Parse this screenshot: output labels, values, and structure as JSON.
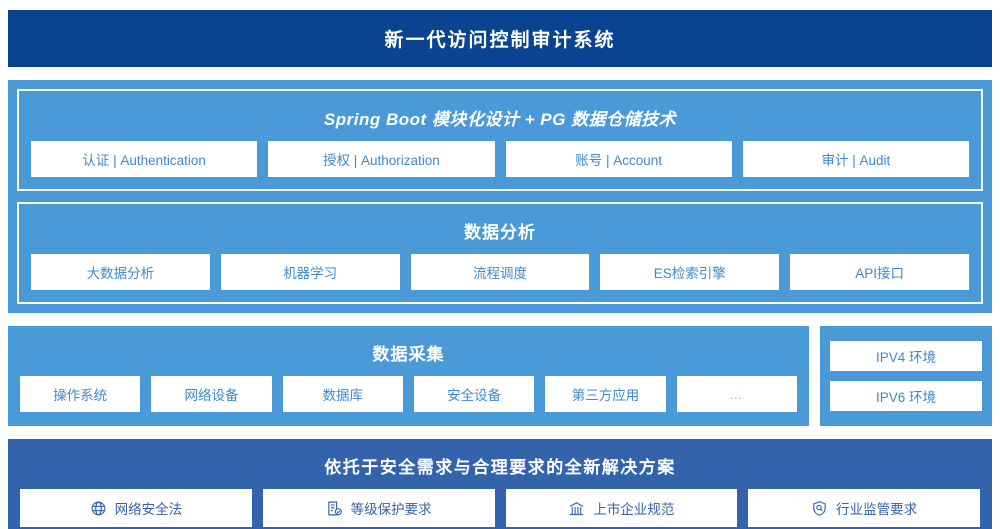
{
  "header": {
    "title": "新一代访问控制审计系统",
    "background_color": "#0a4490"
  },
  "colors": {
    "panel_light_blue": "#4a9ad8",
    "panel_deep_blue": "#3263ab",
    "card_text_blue": "#3d8bcc",
    "card_background": "#ffffff",
    "header_navy": "#0a4490"
  },
  "sections": {
    "platform": {
      "heading": "Spring Boot 模块化设计 + PG 数据仓储技术",
      "cards": [
        {
          "label": "认证 | Authentication"
        },
        {
          "label": "授权 | Authorization"
        },
        {
          "label": "账号 | Account"
        },
        {
          "label": "审计 | Audit"
        }
      ]
    },
    "analysis": {
      "heading": "数据分析",
      "cards": [
        {
          "label": "大数据分析"
        },
        {
          "label": "机器学习"
        },
        {
          "label": "流程调度"
        },
        {
          "label": "ES检索引擎"
        },
        {
          "label": "API接口"
        }
      ]
    },
    "collection": {
      "heading": "数据采集",
      "cards": [
        {
          "label": "操作系统"
        },
        {
          "label": "网络设备"
        },
        {
          "label": "数据库"
        },
        {
          "label": "安全设备"
        },
        {
          "label": "第三方应用"
        },
        {
          "label": "…"
        }
      ]
    },
    "environment": {
      "cards": [
        {
          "label": "IPV4 环境"
        },
        {
          "label": "IPV6 环境"
        }
      ]
    },
    "compliance": {
      "heading": "依托于安全需求与合理要求的全新解决方案",
      "cards": [
        {
          "label": "网络安全法",
          "icon": "globe-icon"
        },
        {
          "label": "等级保护要求",
          "icon": "document-check-icon"
        },
        {
          "label": "上市企业规范",
          "icon": "bank-icon"
        },
        {
          "label": "行业监管要求",
          "icon": "shield-search-icon"
        }
      ]
    }
  }
}
